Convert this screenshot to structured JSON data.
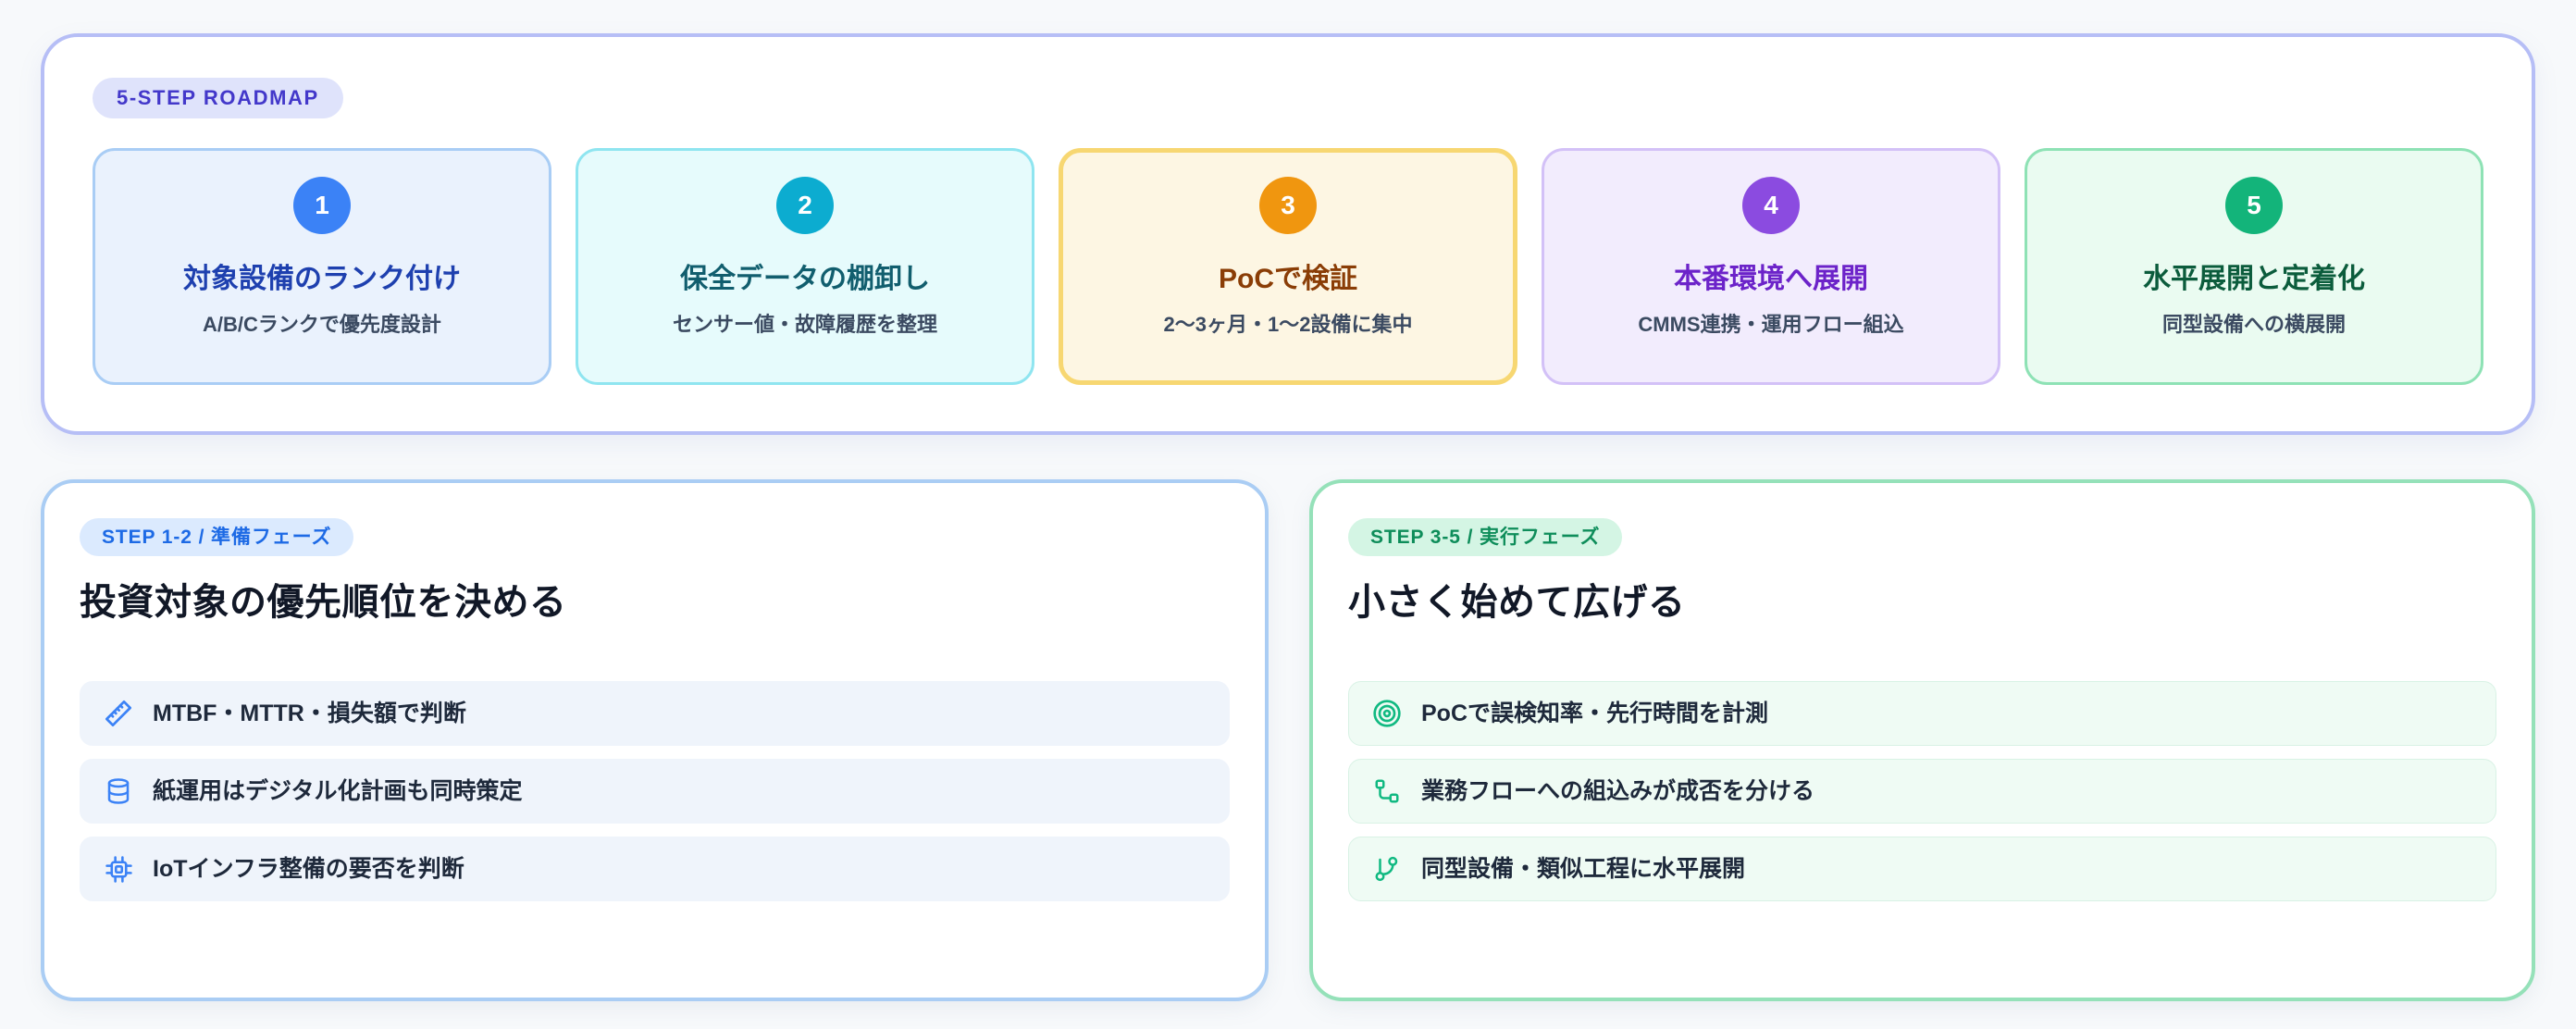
{
  "roadmap": {
    "badge": "5-STEP ROADMAP",
    "steps": [
      {
        "number": "1",
        "title": "対象設備のランク付け",
        "desc": "A/B/Cランクで優先度設計",
        "circle_color": "#3b82f6",
        "title_color": "#1e40af",
        "bg_color": "#eaf2fd",
        "border_color": "#a9cdf5",
        "highlight": false
      },
      {
        "number": "2",
        "title": "保全データの棚卸し",
        "desc": "センサー値・故障履歴を整理",
        "circle_color": "#0cacd0",
        "title_color": "#115e6e",
        "bg_color": "#e6fbfc",
        "border_color": "#8fe5f0",
        "highlight": false
      },
      {
        "number": "3",
        "title": "PoCで検証",
        "desc": "2〜3ヶ月・1〜2設備に集中",
        "circle_color": "#f0960f",
        "title_color": "#8a3d06",
        "bg_color": "#fdf6e3",
        "border_color": "#f7d772",
        "highlight": true
      },
      {
        "number": "4",
        "title": "本番環境へ展開",
        "desc": "CMMS連携・運用フロー組込",
        "circle_color": "#8b4be0",
        "title_color": "#6c23c9",
        "bg_color": "#f2ecfd",
        "border_color": "#d3c1f7",
        "highlight": false
      },
      {
        "number": "5",
        "title": "水平展開と定着化",
        "desc": "同型設備への横展開",
        "circle_color": "#13b47a",
        "title_color": "#0b5c3c",
        "bg_color": "#eafbf1",
        "border_color": "#8ee2b5",
        "highlight": false
      }
    ]
  },
  "prep_panel": {
    "badge": "STEP 1-2 / 準備フェーズ",
    "title": "投資対象の優先順位を決める",
    "items": [
      {
        "icon": "ruler-icon",
        "label": "MTBF・MTTR・損失額で判断"
      },
      {
        "icon": "database-icon",
        "label": "紙運用はデジタル化計画も同時策定"
      },
      {
        "icon": "cpu-chip-icon",
        "label": "IoTインフラ整備の要否を判断"
      }
    ],
    "accent_color": "#3b82f6"
  },
  "exec_panel": {
    "badge": "STEP 3-5 / 実行フェーズ",
    "title": "小さく始めて広げる",
    "items": [
      {
        "icon": "target-icon",
        "label": "PoCで誤検知率・先行時間を計測"
      },
      {
        "icon": "workflow-icon",
        "label": "業務フローへの組込みが成否を分ける"
      },
      {
        "icon": "git-branch-icon",
        "label": "同型設備・類似工程に水平展開"
      }
    ],
    "accent_color": "#10b981"
  }
}
